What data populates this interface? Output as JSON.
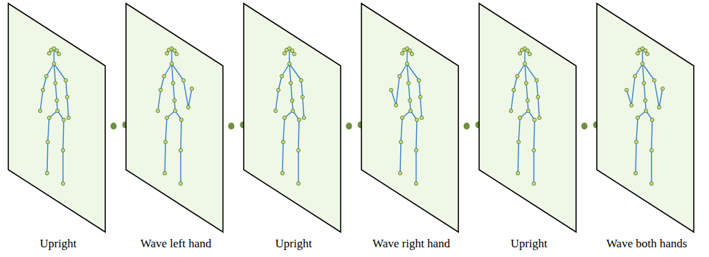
{
  "diagram": {
    "labels": [
      "Upright",
      "Wave left hand",
      "Upright",
      "Wave right hand",
      "Upright",
      "Wave both hands"
    ]
  }
}
